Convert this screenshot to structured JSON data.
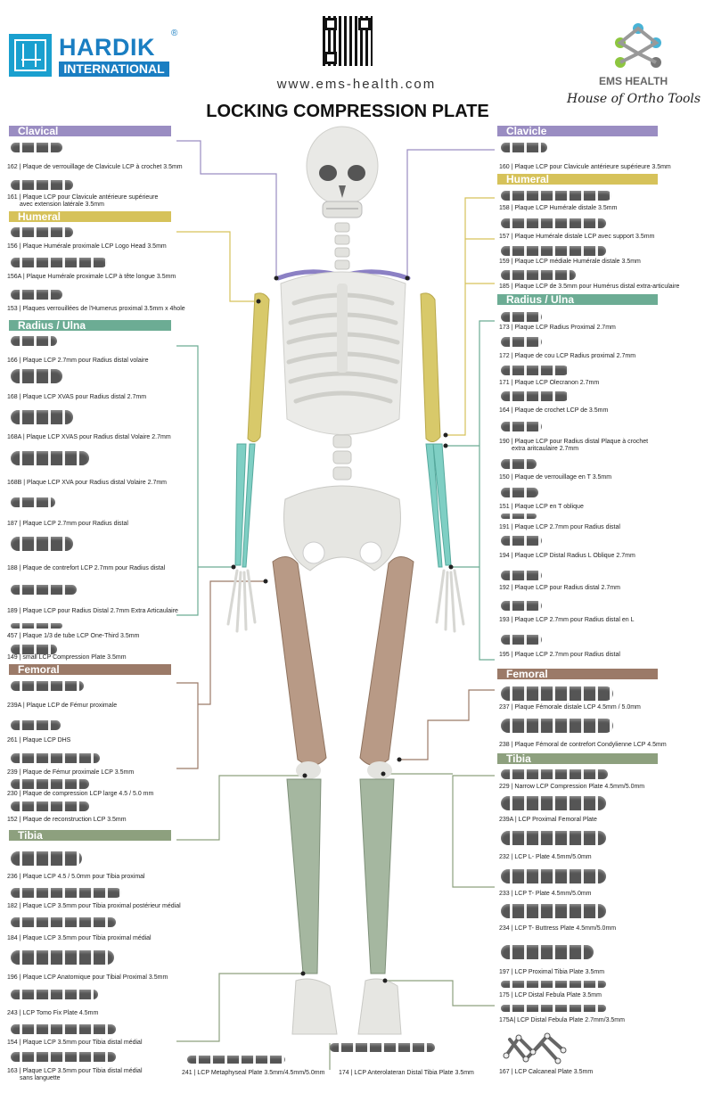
{
  "header": {
    "brand_name": "HARDIK",
    "brand_sub": "INTERNATIONAL",
    "reg_mark": "®",
    "website": "www.ems-health.com",
    "title": "LOCKING COMPRESSION PLATE",
    "partner_name": "EMS HEALTH",
    "partner_tagline": "House of Ortho Tools"
  },
  "left": {
    "clavical": {
      "title": "Clavical",
      "items": [
        {
          "label": "162 | Plaque de verrouillage de  Clavicule LCP à crochet 3.5mm"
        },
        {
          "label": "161 | Plaque LCP pour Clavicule antérieure supérieure",
          "sub": "avec extension latérale 3.5mm"
        }
      ]
    },
    "humeral": {
      "title": "Humeral",
      "items": [
        {
          "label": "156 |  Plaque Humérale proximale LCP Logo Head 3.5mm"
        },
        {
          "label": "156A | Plaque Humérale proximale LCP à tête longue 3.5mm"
        },
        {
          "label": "153 | Plaques verrouillées de l'Humerus proximal 3.5mm x 4hole"
        }
      ]
    },
    "radius": {
      "title": "Radius / Ulna",
      "items": [
        {
          "label": "166 | Plaque LCP 2.7mm pour Radius distal volaire"
        },
        {
          "label": "168 |  Plaque LCP XVAS pour Radius distal 2.7mm"
        },
        {
          "label": "168A | Plaque LCP XVAS pour Radius distal Volaire 2.7mm"
        },
        {
          "label": "168B | Plaque LCP XVA pour Radius distal Volaire 2.7mm"
        },
        {
          "label": "187 | Plaque LCP 2.7mm pour Radius distal"
        },
        {
          "label": "188 |  Plaque de contrefort LCP 2.7mm pour Radius distal"
        },
        {
          "label": "189 | Plaque LCP pour Radius Distal 2.7mm Extra Articaulaire"
        },
        {
          "label": "457 | Plaque 1/3 de tube LCP One-Third 3.5mm"
        },
        {
          "label": "149 | small LCP Compression Plate 3.5mm"
        }
      ]
    },
    "femoral": {
      "title": "Femoral",
      "items": [
        {
          "label": "239A | Plaque LCP de Fémur proximale"
        },
        {
          "label": "261 |  Plaque LCP DHS"
        },
        {
          "label": "239 |  Plaque de Fémur proximale LCP 3.5mm"
        },
        {
          "label": "230 | Plaque de compression LCP large 4.5 / 5.0 mm"
        },
        {
          "label": "152 |  Plaque de reconstruction LCP 3.5mm"
        }
      ]
    },
    "tibia": {
      "title": "Tibia",
      "items": [
        {
          "label": "236 |  Plaque LCP 4.5 / 5.0mm pour Tibia proximal"
        },
        {
          "label": "182 | Plaque LCP 3.5mm pour Tibia proximal postérieur médial"
        },
        {
          "label": "184 | Plaque LCP 3.5mm pour Tibia proximal médial"
        },
        {
          "label": "196 | Plaque LCP Anatomique pour Tibial Proximal 3.5mm"
        },
        {
          "label": "243 | LCP Tomo Fix Plate 4.5mm"
        },
        {
          "label": "154 |  Plaque LCP 3.5mm pour Tibia distal médial"
        },
        {
          "label": "163 |  Plaque LCP 3.5mm pour Tibia distal médial",
          "sub": "sans languette"
        }
      ]
    }
  },
  "right": {
    "clavicle": {
      "title": "Clavicle",
      "items": [
        {
          "label": "160 | Plaque LCP pour Clavicule antérieure supérieure 3.5mm"
        }
      ]
    },
    "humeral": {
      "title": "Humeral",
      "items": [
        {
          "label": "158 | Plaque LCP Humérale distale 3.5mm"
        },
        {
          "label": "157 | Plaque Humérale distale LCP avec support 3.5mm"
        },
        {
          "label": "159 | Plaque LCP médiale Humérale distale 3.5mm"
        },
        {
          "label": "185 | Plaque LCP de 3.5mm pour Humérus distal extra-articulaire"
        }
      ]
    },
    "radius": {
      "title": "Radius / Ulna",
      "items": [
        {
          "label": "173 | Plaque LCP Radius  Proximal 2.7mm"
        },
        {
          "label": "172 |  Plaque de cou LCP Radius proximal 2.7mm"
        },
        {
          "label": "171 | Plaque LCP Olecranon 2.7mm"
        },
        {
          "label": "164 | Plaque de crochet LCP de 3.5mm"
        },
        {
          "label": "190 | Plaque LCP pour Radius distal Plaque à crochet",
          "sub": "extra aritcaulaire 2.7mm"
        },
        {
          "label": "150 | Plaque de verrouillage en T 3.5mm"
        },
        {
          "label": "151 |  Plaque LCP en T oblique"
        },
        {
          "label": "191 |  Plaque LCP 2.7mm pour Radius distal"
        },
        {
          "label": "194 | Plaque LCP Distal Radius L Oblique 2.7mm"
        },
        {
          "label": "192 | Plaque LCP pour Radius distal 2.7mm"
        },
        {
          "label": "193 | Plaque LCP 2.7mm pour Radius distal en L"
        },
        {
          "label": "195 | Plaque LCP 2.7mm pour Radius distal"
        }
      ]
    },
    "femoral": {
      "title": "Femoral",
      "items": [
        {
          "label": "237 | Plaque Fémorale distale LCP 4.5mm / 5.0mm"
        },
        {
          "label": "238 | Plaque Fémoral  de contrefort Condylienne LCP 4.5mm"
        }
      ]
    },
    "tibia": {
      "title": "Tibia",
      "items": [
        {
          "label": "229 | Narrow LCP Compression Plate 4.5mm/5.0mm"
        },
        {
          "label": "239A | LCP Proximal Femoral Plate"
        },
        {
          "label": "232 | LCP L-  Plate 4.5mm/5.0mm"
        },
        {
          "label": "233 | LCP T-  Plate 4.5mm/5.0mm"
        },
        {
          "label": "234 | LCP T- Buttress Plate 4.5mm/5.0mm"
        },
        {
          "label": "197 | LCP Proximal Tibia Plate 3.5mm"
        },
        {
          "label": "175 | LCP Distal Febula Plate 3.5mm"
        },
        {
          "label": "175A| LCP Distal Febula Plate 2.7mm/3.5mm"
        },
        {
          "label": "167 | LCP Calcaneal Plate 3.5mm"
        }
      ]
    }
  },
  "bottom": {
    "items": [
      {
        "label": "241 | LCP Metaphyseal Plate 3.5mm/4.5mm/5.0mm"
      },
      {
        "label": "174 | LCP Anterolateran Distal Tibia Plate 3.5mm"
      }
    ]
  },
  "colors": {
    "clavicle": "#9a8dc2",
    "humeral": "#d6c25a",
    "radius": "#6cac94",
    "femoral": "#9b7a68",
    "tibia": "#8da07e",
    "brand": "#1a7ec2"
  }
}
